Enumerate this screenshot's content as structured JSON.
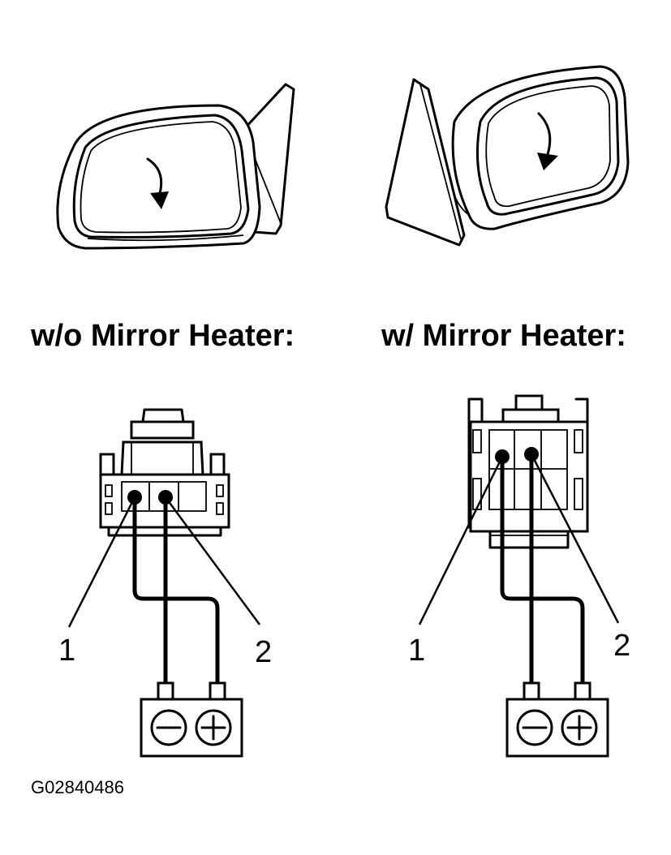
{
  "headings": {
    "without_heater": "w/o Mirror Heater:",
    "with_heater": "w/ Mirror Heater:"
  },
  "callouts": {
    "left_terminal_1": "1",
    "left_terminal_2": "2",
    "right_terminal_1": "1",
    "right_terminal_2": "2"
  },
  "battery": {
    "negative_symbol": "−",
    "positive_symbol": "+"
  },
  "figure_id": "G02840486"
}
